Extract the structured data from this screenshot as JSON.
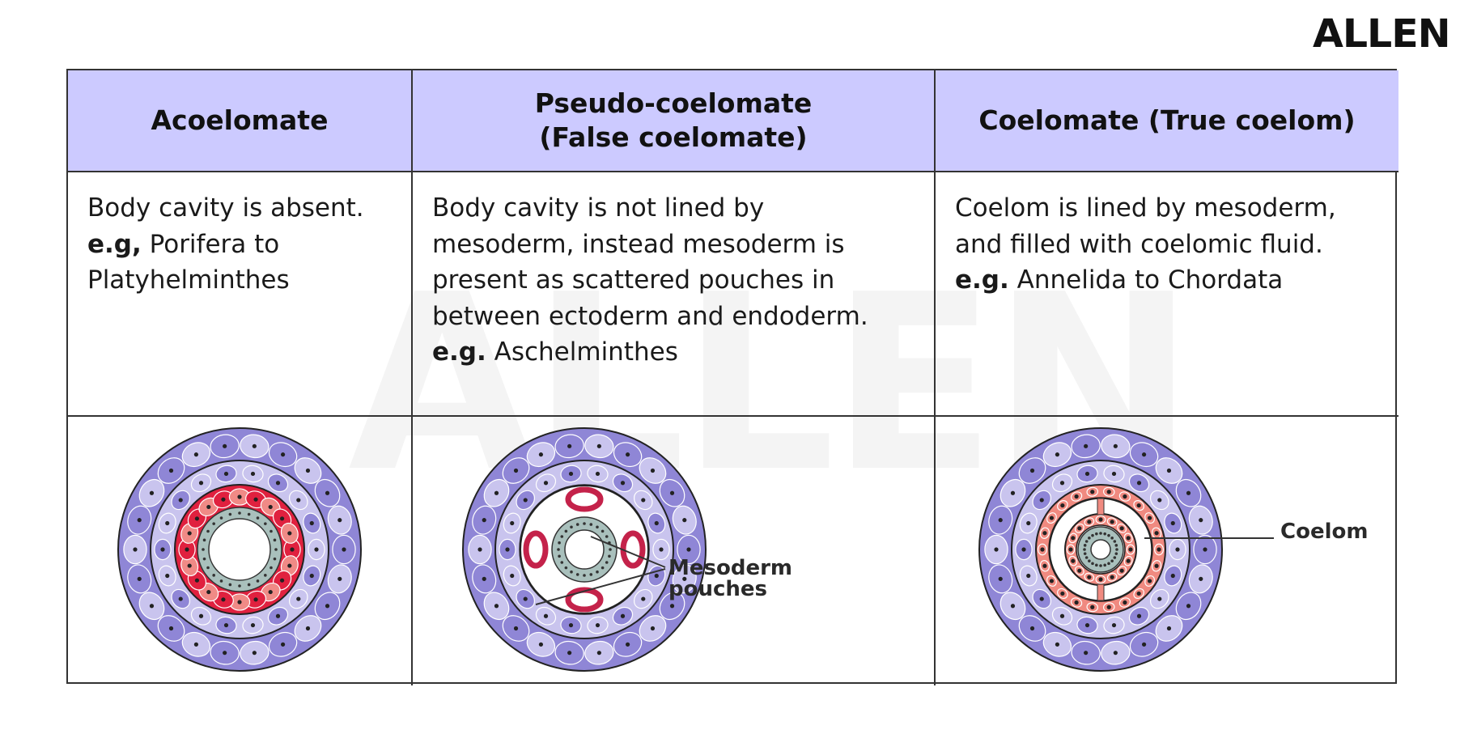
{
  "brand": {
    "logo": "ALLEN",
    "watermark": "ALLEN"
  },
  "table": {
    "columns": [
      {
        "heading_lines": [
          "Acoelomate"
        ],
        "description": [
          {
            "bold": "",
            "text": "Body cavity is absent."
          },
          {
            "bold": "e.g,",
            "text": " Porifera to"
          },
          {
            "bold": "",
            "text": "Platyhelminthes"
          }
        ]
      },
      {
        "heading_lines": [
          "Pseudo-coelomate",
          "(False coelomate)"
        ],
        "description": [
          {
            "bold": "",
            "text": "Body cavity is not lined by"
          },
          {
            "bold": "",
            "text": "mesoderm, instead mesoderm is"
          },
          {
            "bold": "",
            "text": "present as scattered pouches in"
          },
          {
            "bold": "",
            "text": "between ectoderm and endoderm."
          },
          {
            "bold": "e.g.",
            "text": " Aschelminthes"
          }
        ]
      },
      {
        "heading_lines": [
          "Coelomate (True coelom)"
        ],
        "description": [
          {
            "bold": "",
            "text": "Coelom is lined by mesoderm,"
          },
          {
            "bold": "",
            "text": "and filled with coelomic fluid."
          },
          {
            "bold": "e.g.",
            "text": " Annelida to Chordata"
          }
        ]
      }
    ]
  },
  "diagram_labels": {
    "mesoderm_pouches": [
      "Mesoderm",
      "pouches"
    ],
    "coelom": "Coelom"
  },
  "colors": {
    "header_bg": "#cccaff",
    "ectoderm_dark": "#8f86d6",
    "ectoderm_light": "#c9c4ee",
    "mesoderm_dark": "#e0213f",
    "mesoderm_light": "#f08a86",
    "endoderm": "#a9c0bc",
    "coelomate_mesoderm": "#f08a80"
  }
}
